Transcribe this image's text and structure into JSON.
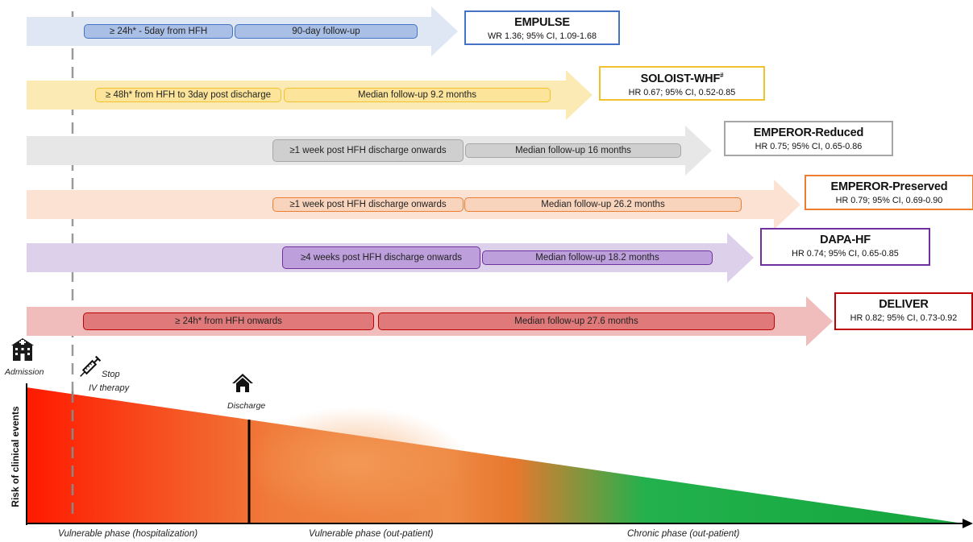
{
  "trials": [
    {
      "name": "EMPULSE",
      "name_suffix": "",
      "stat": "WR 1.36; 95% CI, 1.09-1.68",
      "color": "#4472c4",
      "band": "#dfe6f4",
      "pill_fill": "#a9bfe5",
      "pills": [
        "≥ 24h* - 5day from HFH",
        "90-day follow-up"
      ]
    },
    {
      "name": "SOLOIST-WHF",
      "name_suffix": "#",
      "stat": "HR 0.67; 95% CI, 0.52-0.85",
      "color": "#f2c12e",
      "band": "#fbeab4",
      "pill_fill": "#fce59a",
      "pills": [
        "≥ 48h* from HFH to 3day post discharge",
        "Median follow-up 9.2 months"
      ]
    },
    {
      "name": "EMPEROR-Reduced",
      "name_suffix": "",
      "stat": "HR 0.75; 95% CI, 0.65-0.86",
      "color": "#a6a6a6",
      "band": "#e7e7e7",
      "pill_fill": "#cfcfcf",
      "pills": [
        "≥1 week post HFH discharge onwards",
        "Median follow-up 16 months"
      ]
    },
    {
      "name": "EMPEROR-Preserved",
      "name_suffix": "",
      "stat": "HR 0.79; 95% CI, 0.69-0.90",
      "color": "#ed7d31",
      "band": "#fbe2d3",
      "pill_fill": "#f9d4bd",
      "pills": [
        "≥1 week post HFH discharge onwards",
        "Median follow-up 26.2 months"
      ]
    },
    {
      "name": "DAPA-HF",
      "name_suffix": "",
      "stat": "HR 0.74; 95% CI, 0.65-0.85",
      "color": "#7030a0",
      "band": "#ddd0ea",
      "pill_fill": "#bd9fdb",
      "pills": [
        "≥4 weeks post HFH discharge onwards",
        "Median  follow-up 18.2 months"
      ]
    },
    {
      "name": "DELIVER",
      "name_suffix": "",
      "stat": "HR 0.82; 95% CI, 0.73-0.92",
      "color": "#c00000",
      "band": "#f0bcbc",
      "pill_fill": "#e07a7a",
      "pills": [
        "≥ 24h* from HFH onwards",
        "Median follow-up 27.6 months"
      ]
    }
  ],
  "timeline": {
    "admission_label": "Admission",
    "stop_iv_label_line1": "Stop",
    "stop_iv_label_line2": "IV therapy",
    "discharge_label": "Discharge",
    "y_axis_label": "Risk of clinical events",
    "phases": [
      "Vulnerable phase (hospitalization)",
      "Vulnerable phase (out-patient)",
      "Chronic phase (out-patient)"
    ],
    "gradient_colors": [
      "#ff1a00",
      "#f07a3a",
      "#ee8a45",
      "#e8782e",
      "#22b14c",
      "#15a63e"
    ]
  },
  "icons": {
    "admission": "hospital-icon",
    "stop_iv": "syringe-icon",
    "discharge": "house-icon"
  }
}
